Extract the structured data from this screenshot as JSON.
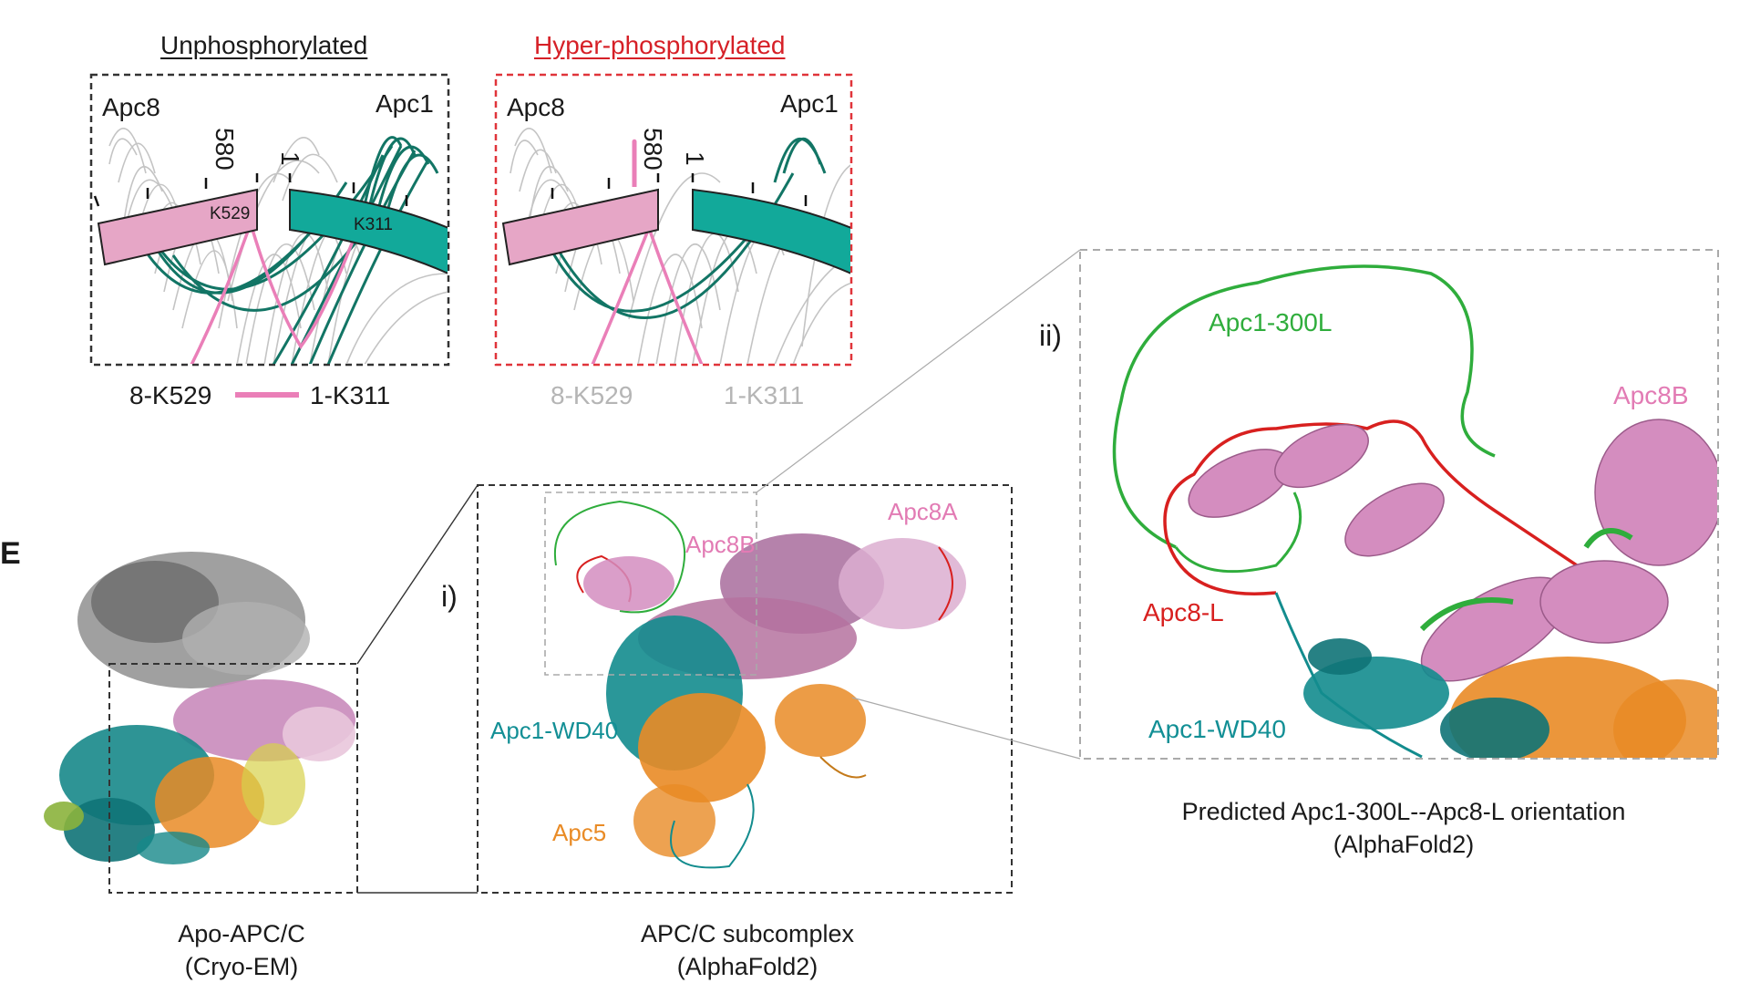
{
  "panel_top": {
    "left": {
      "title": "Unphosphorylated",
      "protein_left": "Apc8",
      "protein_right": "Apc1",
      "end_left": "580",
      "end_right": "1",
      "site_left": "K529",
      "site_right": "K311",
      "legend_left": "8-K529",
      "legend_right": "1-K311"
    },
    "right": {
      "title": "Hyper-phosphorylated",
      "protein_left": "Apc8",
      "protein_right": "Apc1",
      "end_left": "580",
      "end_right": "1",
      "legend_left": "8-K529",
      "legend_right": "1-K311"
    }
  },
  "panel_E": {
    "letter": "E",
    "cryo": {
      "caption_line1": "Apo-APC/C",
      "caption_line2": "(Cryo-EM)"
    },
    "subcomplex": {
      "marker": "i)",
      "labels": {
        "apc8a": "Apc8A",
        "apc8b": "Apc8B",
        "wd40": "Apc1-WD40",
        "apc5": "Apc5"
      },
      "caption_line1": "APC/C subcomplex",
      "caption_line2": "(AlphaFold2)"
    },
    "zoom": {
      "marker": "ii)",
      "labels": {
        "loop300": "Apc1-300L",
        "apc8b": "Apc8B",
        "apc8l": "Apc8-L",
        "wd40": "Apc1-WD40"
      },
      "caption_line1": "Predicted Apc1-300L--Apc8-L orientation",
      "caption_line2": "(AlphaFold2)"
    }
  },
  "colors": {
    "pink": "#e6a6c6",
    "pink_line": "#e77eb5",
    "teal": "#1aa99a",
    "teal_dark": "#117a6b",
    "grey_line": "#bdbdbd",
    "red_title": "#d62027",
    "red_dash": "#e0343a",
    "green_loop": "#2fad3c",
    "red_loop": "#d8201f",
    "orange": "#e98b26",
    "wd40_text": "#128f95",
    "pink_text": "#e27bb4"
  }
}
